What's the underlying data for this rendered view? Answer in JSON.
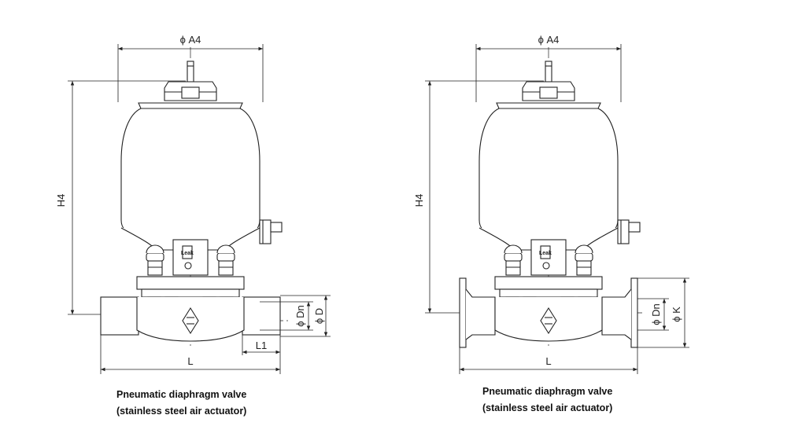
{
  "drawings": [
    {
      "dim_top": "ϕ A4",
      "dim_height": "H4",
      "dim_inner": "ϕ Dn",
      "dim_outer": "ϕ D",
      "dim_end": "L1",
      "dim_length": "L",
      "leak_label": "Leak",
      "caption_line1": "Pneumatic diaphragm valve",
      "caption_line2": "(stainless steel air actuator)"
    },
    {
      "dim_top": "ϕ A4",
      "dim_height": "H4",
      "dim_inner": "ϕ Dn",
      "dim_outer": "ϕ K",
      "dim_length": "L",
      "leak_label": "Leak",
      "caption_line1": "Pneumatic diaphragm valve",
      "caption_line2": "(stainless steel air actuator)"
    }
  ]
}
